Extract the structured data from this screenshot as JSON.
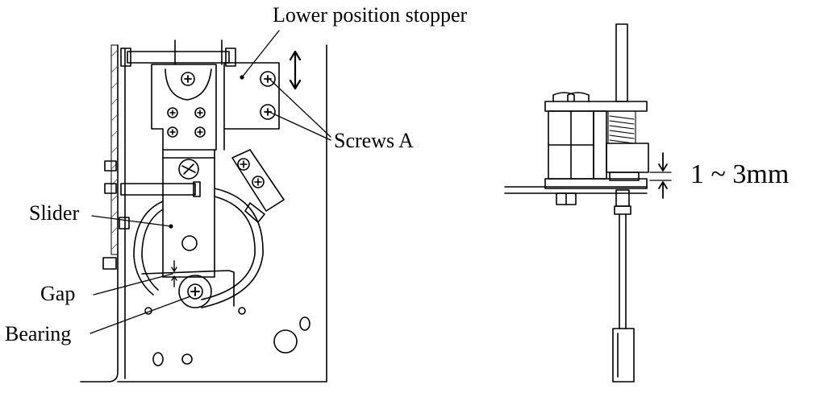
{
  "labels": {
    "lower_stopper": "Lower position stopper",
    "screws_a": "Screws A",
    "slider": "Slider",
    "gap": "Gap",
    "bearing": "Bearing",
    "dimension": "1 ~ 3mm"
  },
  "colors": {
    "line": "#000000",
    "background": "#ffffff",
    "hatch": "#444444"
  }
}
